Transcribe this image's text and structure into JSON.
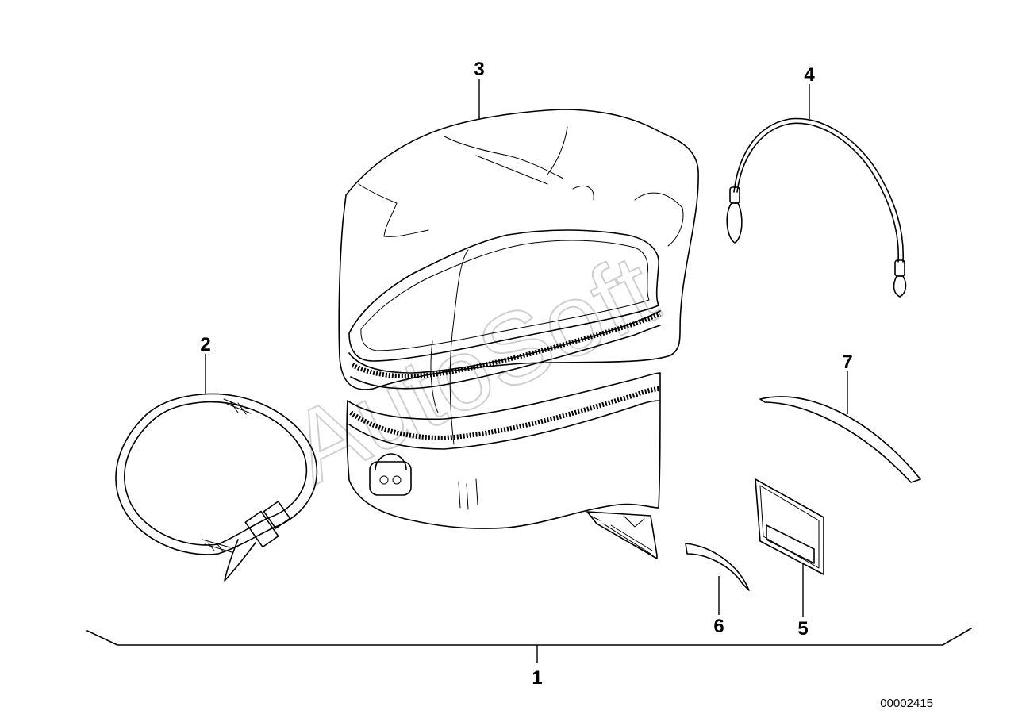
{
  "watermark": "AutoSoft",
  "diagram_id": "00002415",
  "callouts": {
    "p1": "1",
    "p2": "2",
    "p3": "3",
    "p4": "4",
    "p5": "5",
    "p6": "6",
    "p7": "7"
  }
}
